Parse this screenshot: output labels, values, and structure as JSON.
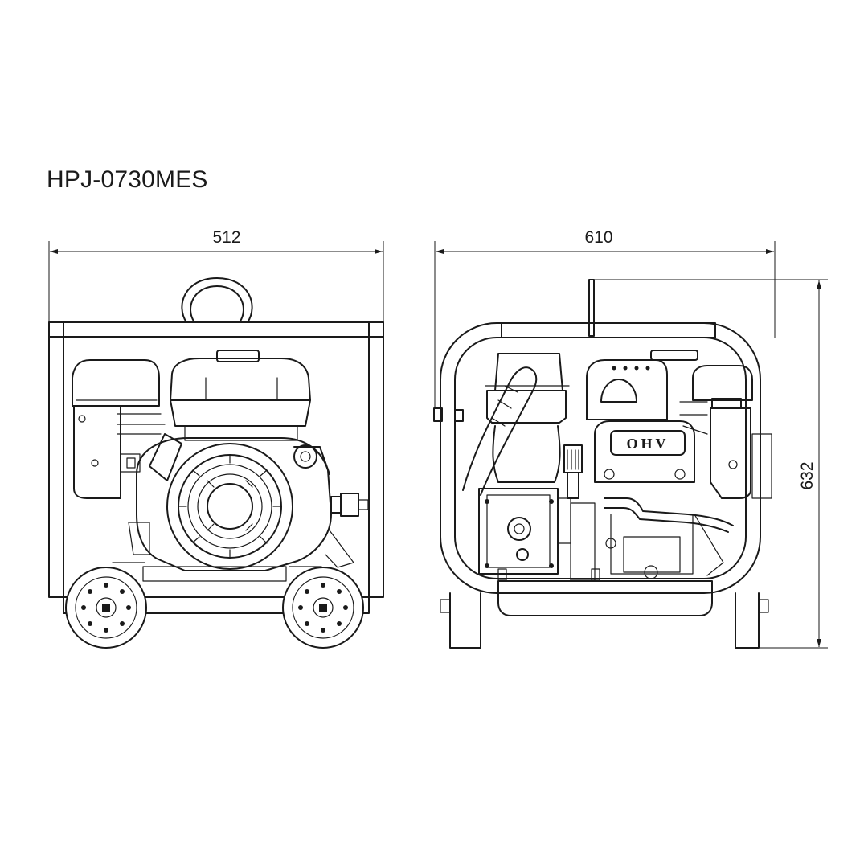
{
  "title": "HPJ-0730MES",
  "dimensions": {
    "front_width": "512",
    "side_width": "610",
    "height": "632"
  },
  "side_cover_label": "OHV"
}
